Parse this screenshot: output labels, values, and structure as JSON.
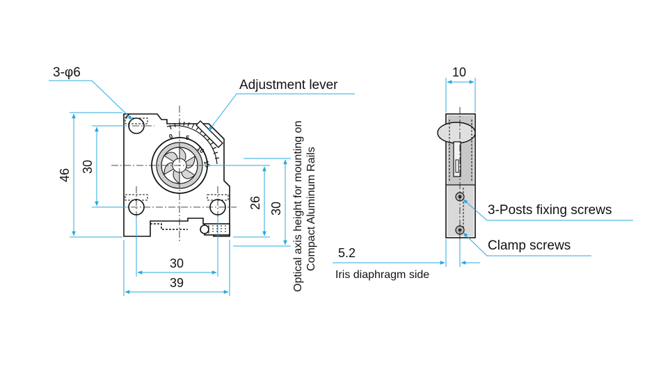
{
  "labels": {
    "hole_callout": "3-φ6",
    "adjustment_lever": "Adjustment lever",
    "posts_fixing_screws": "3-Posts fixing screws",
    "clamp_screws": "Clamp screws",
    "iris_side": "Iris diaphragm side",
    "optical_axis_line1": "Optical axis height for mounting on",
    "optical_axis_line2": "Compact Aluminum Rails"
  },
  "dimensions": {
    "height_overall": "46",
    "hole_spacing_vertical": "30",
    "axis_height_26": "26",
    "axis_height_30": "30",
    "hole_spacing_horizontal": "30",
    "width_overall": "39",
    "thickness": "10",
    "iris_offset": "5.2"
  },
  "scale_marks": [
    "0",
    "5",
    "10",
    "15"
  ],
  "colors": {
    "dimension_line": "#29a8e0",
    "outline": "#111111",
    "shade": "#b8b8b8"
  }
}
